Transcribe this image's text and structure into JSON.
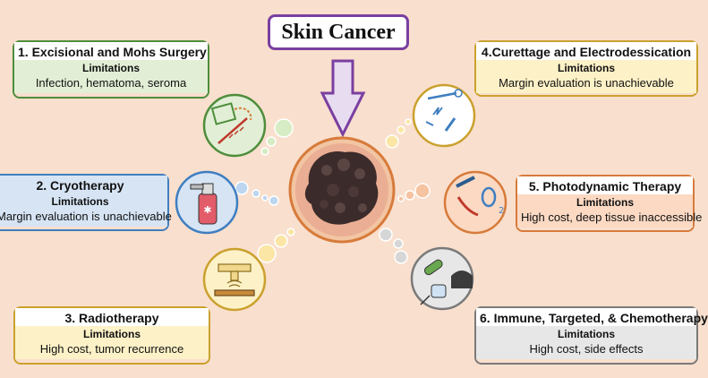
{
  "title": "Skin Cancer",
  "limitations_label": "Limitations",
  "treatments": [
    {
      "name": "1. Excisional and Mohs Surgery",
      "limitations": "Infection, hematoma, seroma",
      "icon": "surgery-scalpel-suture-icon"
    },
    {
      "name": "2. Cryotherapy",
      "limitations": "Margin evaluation is unachievable",
      "icon": "cryo-spray-icon"
    },
    {
      "name": "3. Radiotherapy",
      "limitations": "High cost, tumor recurrence",
      "icon": "radiation-machine-icon"
    },
    {
      "name": "4.Curettage and Electrodessication",
      "limitations": "Margin evaluation is unachievable",
      "icon": "curette-electrode-icon"
    },
    {
      "name": "5. Photodynamic Therapy",
      "limitations": "High cost, deep tissue inaccessible",
      "icon": "light-oxygen-icon"
    },
    {
      "name": "6. Immune, Targeted, & Chemotherapy",
      "limitations": "High cost, side effects",
      "icon": "pills-syringe-icon"
    }
  ],
  "colors": {
    "background": "#f9dfcd",
    "title_border": "#7a3fa0",
    "surgery": "#4e8d3b",
    "cryotherapy": "#3f7ec0",
    "radiotherapy": "#caa12e",
    "curettage": "#caa12e",
    "photodynamic": "#d77b3b",
    "systemic": "#7a7a7a"
  }
}
